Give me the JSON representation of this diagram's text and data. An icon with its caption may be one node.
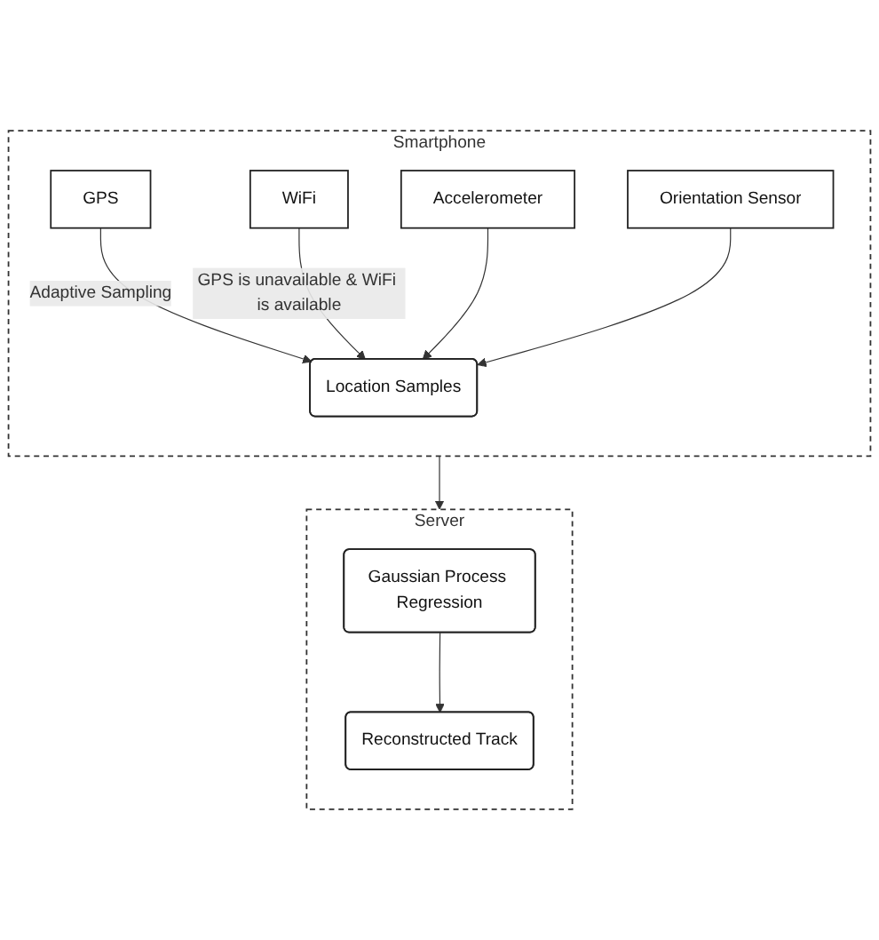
{
  "diagram": {
    "nodes": [
      {
        "text": [
          "Smartphone"
        ]
      },
      {
        "text": [
          "GPS"
        ],
        "in": 0
      },
      {
        "text": [
          "WiFi"
        ],
        "in": 0
      },
      {
        "text": [
          "Accelerometer"
        ],
        "in": 0
      },
      {
        "text": [
          "Orientation Sensor"
        ],
        "in": 0
      },
      {
        "text": [
          "Location Samples"
        ],
        "in": 0
      },
      {
        "text": [
          "Server"
        ]
      },
      {
        "text": [
          "Gaussian Process Regression"
        ],
        "in": 6
      },
      {
        "text": [
          "Reconstructed Track"
        ],
        "in": 6
      }
    ],
    "edges": [
      {
        "from": 1,
        "to": 5,
        "arrow": "to",
        "label": "Adaptive Sampling"
      },
      {
        "from": 2,
        "to": 5,
        "arrow": "to",
        "label": "GPS is unavailable & WiFi is available"
      },
      {
        "from": 3,
        "to": 5,
        "arrow": "to"
      },
      {
        "from": 4,
        "to": 5,
        "arrow": "to"
      },
      {
        "from": 0,
        "to": 6,
        "arrow": "to"
      },
      {
        "from": 7,
        "to": 8,
        "arrow": "to"
      }
    ]
  }
}
